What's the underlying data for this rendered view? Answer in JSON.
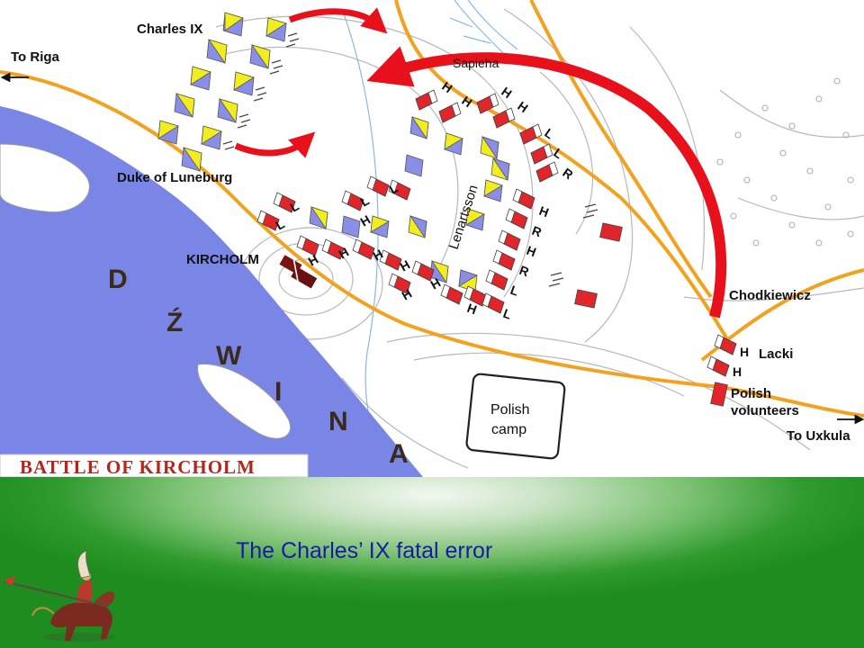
{
  "map": {
    "title": "BATTLE OF KIRCHOLM",
    "labels": {
      "charles": "Charles IX",
      "sapieha": "Sapieha",
      "to_riga": "To Riga",
      "duke": "Duke of Luneburg",
      "kircholm": "KIRCHOLM",
      "lenartsson": "Lenartsson",
      "chodkiewicz": "Chodkiewicz",
      "lacki": "Lacki",
      "polish_volunteers_1": "Polish",
      "polish_volunteers_2": "volunteers",
      "to_uxkula": "To Uxkula",
      "polish_camp_1": "Polish",
      "polish_camp_2": "camp"
    },
    "river_letters": [
      "D",
      "Ź",
      "W",
      "I",
      "N",
      "A"
    ],
    "unit_letters": {
      "sapieha": [
        "H",
        "H",
        "H",
        "H",
        "L",
        "L",
        "R"
      ],
      "left_wing": [
        "L",
        "L",
        "L",
        "L",
        "H",
        "H",
        "H",
        "H",
        "H",
        "H",
        "H"
      ],
      "right_wing": [
        "H",
        "R",
        "H",
        "R",
        "L",
        "H",
        "L"
      ],
      "lacki": [
        "H",
        "H"
      ]
    },
    "colors": {
      "swedish_blue": "#8a8ee6",
      "swedish_yellow": "#f2ee1e",
      "polish_red": "#e0262a",
      "road": "#f2a21e",
      "river": "#7a86e6",
      "arrow": "#e8101a",
      "kircholm": "#7a1414"
    }
  },
  "footer": {
    "caption": "The Charles’ IX fatal error",
    "rider_icon": "winged-hussar-icon"
  }
}
